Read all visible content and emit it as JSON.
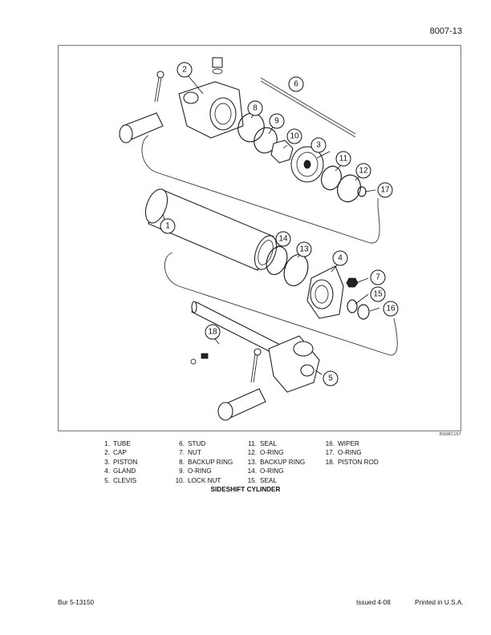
{
  "header": {
    "page_number": "8007-13"
  },
  "figure": {
    "code": "BS08C157",
    "callouts": [
      "1",
      "2",
      "3",
      "4",
      "5",
      "6",
      "7",
      "8",
      "9",
      "10",
      "11",
      "12",
      "13",
      "14",
      "15",
      "16",
      "17",
      "18"
    ]
  },
  "legend": {
    "col1": [
      {
        "num": "1.",
        "label": "TUBE"
      },
      {
        "num": "2.",
        "label": "CAP"
      },
      {
        "num": "3.",
        "label": "PISTON"
      },
      {
        "num": "4.",
        "label": "GLAND"
      },
      {
        "num": "5.",
        "label": "CLEVIS"
      }
    ],
    "col2": [
      {
        "num": "6.",
        "label": "STUD"
      },
      {
        "num": "7.",
        "label": "NUT"
      },
      {
        "num": "8.",
        "label": "BACKUP RING"
      },
      {
        "num": "9.",
        "label": "O-RING"
      },
      {
        "num": "10.",
        "label": "LOCK NUT"
      }
    ],
    "col3": [
      {
        "num": "11.",
        "label": "SEAL"
      },
      {
        "num": "12.",
        "label": "O-RING"
      },
      {
        "num": "13.",
        "label": "BACKUP RING"
      },
      {
        "num": "14.",
        "label": "O-RING"
      },
      {
        "num": "15.",
        "label": "SEAL"
      }
    ],
    "col4": [
      {
        "num": "16.",
        "label": "WIPER"
      },
      {
        "num": "17.",
        "label": "O-RING"
      },
      {
        "num": "18.",
        "label": "PISTON ROD"
      }
    ]
  },
  "caption": "SIDESHIFT CYLINDER",
  "footer": {
    "left": "Bur 5-13150",
    "issued": "Issued 4-08",
    "printed": "Printed in U.S.A."
  }
}
